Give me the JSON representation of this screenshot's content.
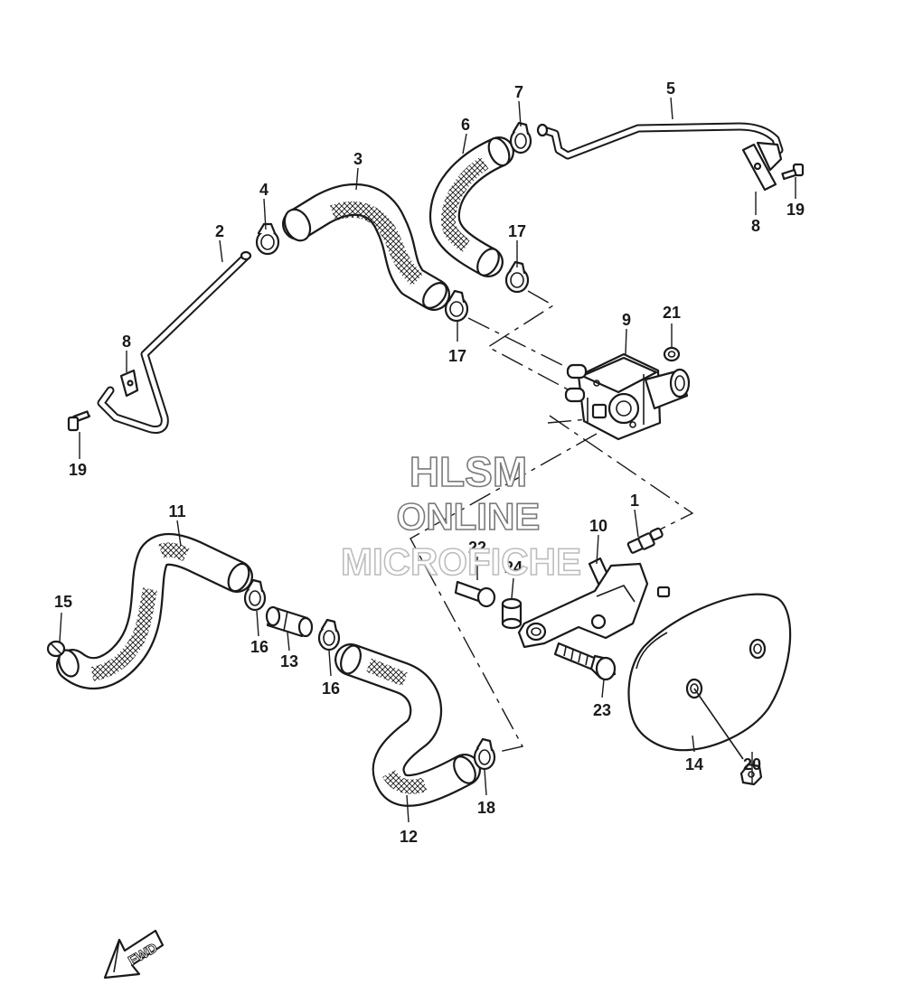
{
  "watermark": {
    "line1": "HLSM",
    "line2": "ONLINE",
    "line3": "MICROFICHE"
  },
  "direction_arrow": {
    "label": "FWD"
  },
  "callouts": {
    "p1": "1",
    "p2": "2",
    "p3": "3",
    "p4": "4",
    "p5": "5",
    "p6": "6",
    "p7": "7",
    "p8a": "8",
    "p8b": "8",
    "p9": "9",
    "p10": "10",
    "p11": "11",
    "p12": "12",
    "p13": "13",
    "p14": "14",
    "p15": "15",
    "p16a": "16",
    "p16b": "16",
    "p17a": "17",
    "p17b": "17",
    "p18": "18",
    "p19a": "19",
    "p19b": "19",
    "p20": "20",
    "p21": "21",
    "p22": "22",
    "p23": "23",
    "p24": "24"
  },
  "colors": {
    "line": "#1a1a1a",
    "background": "#ffffff",
    "watermark_stroke": "#7a7a7a"
  }
}
